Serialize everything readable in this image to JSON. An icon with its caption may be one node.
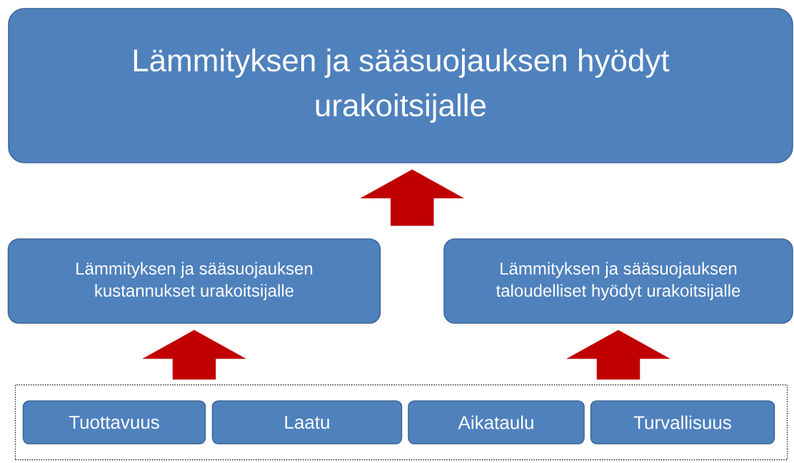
{
  "diagram": {
    "nodes": [
      {
        "text": [
          "Lämmityksen ja sääsuojauksen hyödyt urakoitsijalle"
        ]
      },
      {
        "text": [
          "Lämmityksen ja sääsuojauksen kustannukset urakoitsijalle"
        ]
      },
      {
        "text": [
          "Lämmityksen ja sääsuojauksen taloudelliset hyödyt urakoitsijalle"
        ]
      },
      {
        "text": [],
        "shape": "box"
      },
      {
        "text": [
          "Tuottavuus"
        ],
        "in": 3
      },
      {
        "text": [
          "Laatu"
        ],
        "in": 3
      },
      {
        "text": [
          "Aikataulu"
        ],
        "in": 3
      },
      {
        "text": [
          "Turvallisuus"
        ],
        "in": 3
      }
    ],
    "edges": [
      {
        "from": 3,
        "to": 1,
        "arrow": "to"
      },
      {
        "from": 3,
        "to": 2,
        "arrow": "to"
      },
      {
        "from": 1,
        "to": 0,
        "arrow": "to"
      },
      {
        "from": 2,
        "to": 0,
        "arrow": "to"
      }
    ]
  }
}
